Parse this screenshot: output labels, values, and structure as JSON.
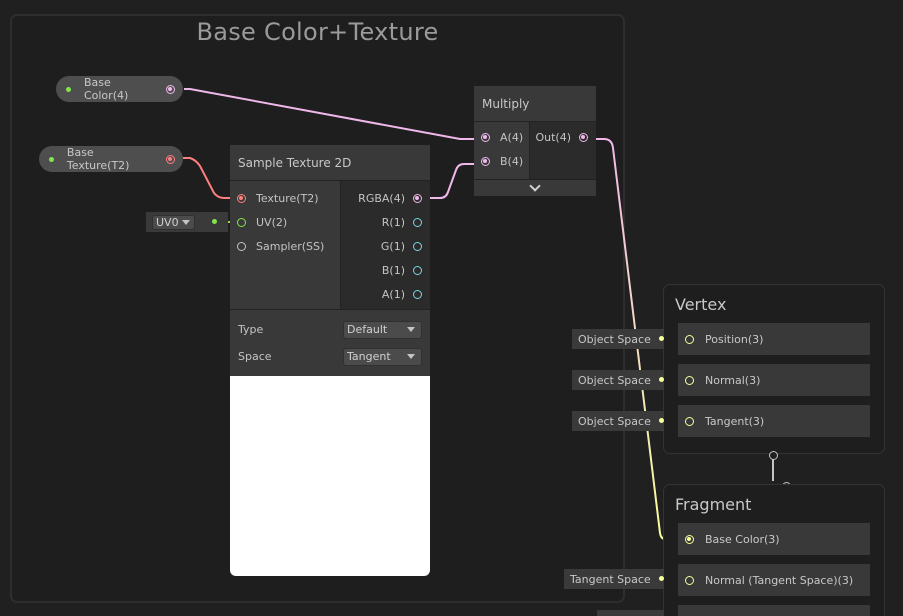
{
  "group": {
    "title": "Base Color+Texture"
  },
  "properties": [
    {
      "label": "Base Color(4)",
      "type_color": "#f0b8ea"
    },
    {
      "label": "Base Texture(T2)",
      "type_color": "#ff7f7f"
    }
  ],
  "sample_texture_node": {
    "title": "Sample Texture 2D",
    "inputs": [
      {
        "label": "Texture(T2)",
        "color": "red"
      },
      {
        "label": "UV(2)",
        "color": "green"
      },
      {
        "label": "Sampler(SS)",
        "color": "white"
      }
    ],
    "outputs": [
      {
        "label": "RGBA(4)",
        "color": "pink"
      },
      {
        "label": "R(1)",
        "color": "cyan"
      },
      {
        "label": "G(1)",
        "color": "cyan"
      },
      {
        "label": "B(1)",
        "color": "cyan"
      },
      {
        "label": "A(1)",
        "color": "cyan"
      }
    ],
    "settings": [
      {
        "label": "Type",
        "value": "Default"
      },
      {
        "label": "Space",
        "value": "Tangent"
      }
    ],
    "uv_widget": {
      "value": "UV0"
    }
  },
  "multiply_node": {
    "title": "Multiply",
    "inputs": [
      {
        "label": "A(4)"
      },
      {
        "label": "B(4)"
      }
    ],
    "outputs": [
      {
        "label": "Out(4)"
      }
    ]
  },
  "vertex_stack": {
    "title": "Vertex",
    "blocks": [
      {
        "label": "Position(3)",
        "default_widget": "Object Space"
      },
      {
        "label": "Normal(3)",
        "default_widget": "Object Space"
      },
      {
        "label": "Tangent(3)",
        "default_widget": "Object Space"
      }
    ]
  },
  "fragment_stack": {
    "title": "Fragment",
    "blocks": [
      {
        "label": "Base Color(3)",
        "default_widget": ""
      },
      {
        "label": "Normal (Tangent Space)(3)",
        "default_widget": "Tangent Space"
      }
    ]
  },
  "colors": {
    "background": "#202020",
    "vector4_wire": "#f0b8ea",
    "texture_wire": "#ff7f7f",
    "vector2_wire": "#84e44e",
    "vector3_wire": "#f6ff9a",
    "float_port": "#7ad6e0"
  }
}
